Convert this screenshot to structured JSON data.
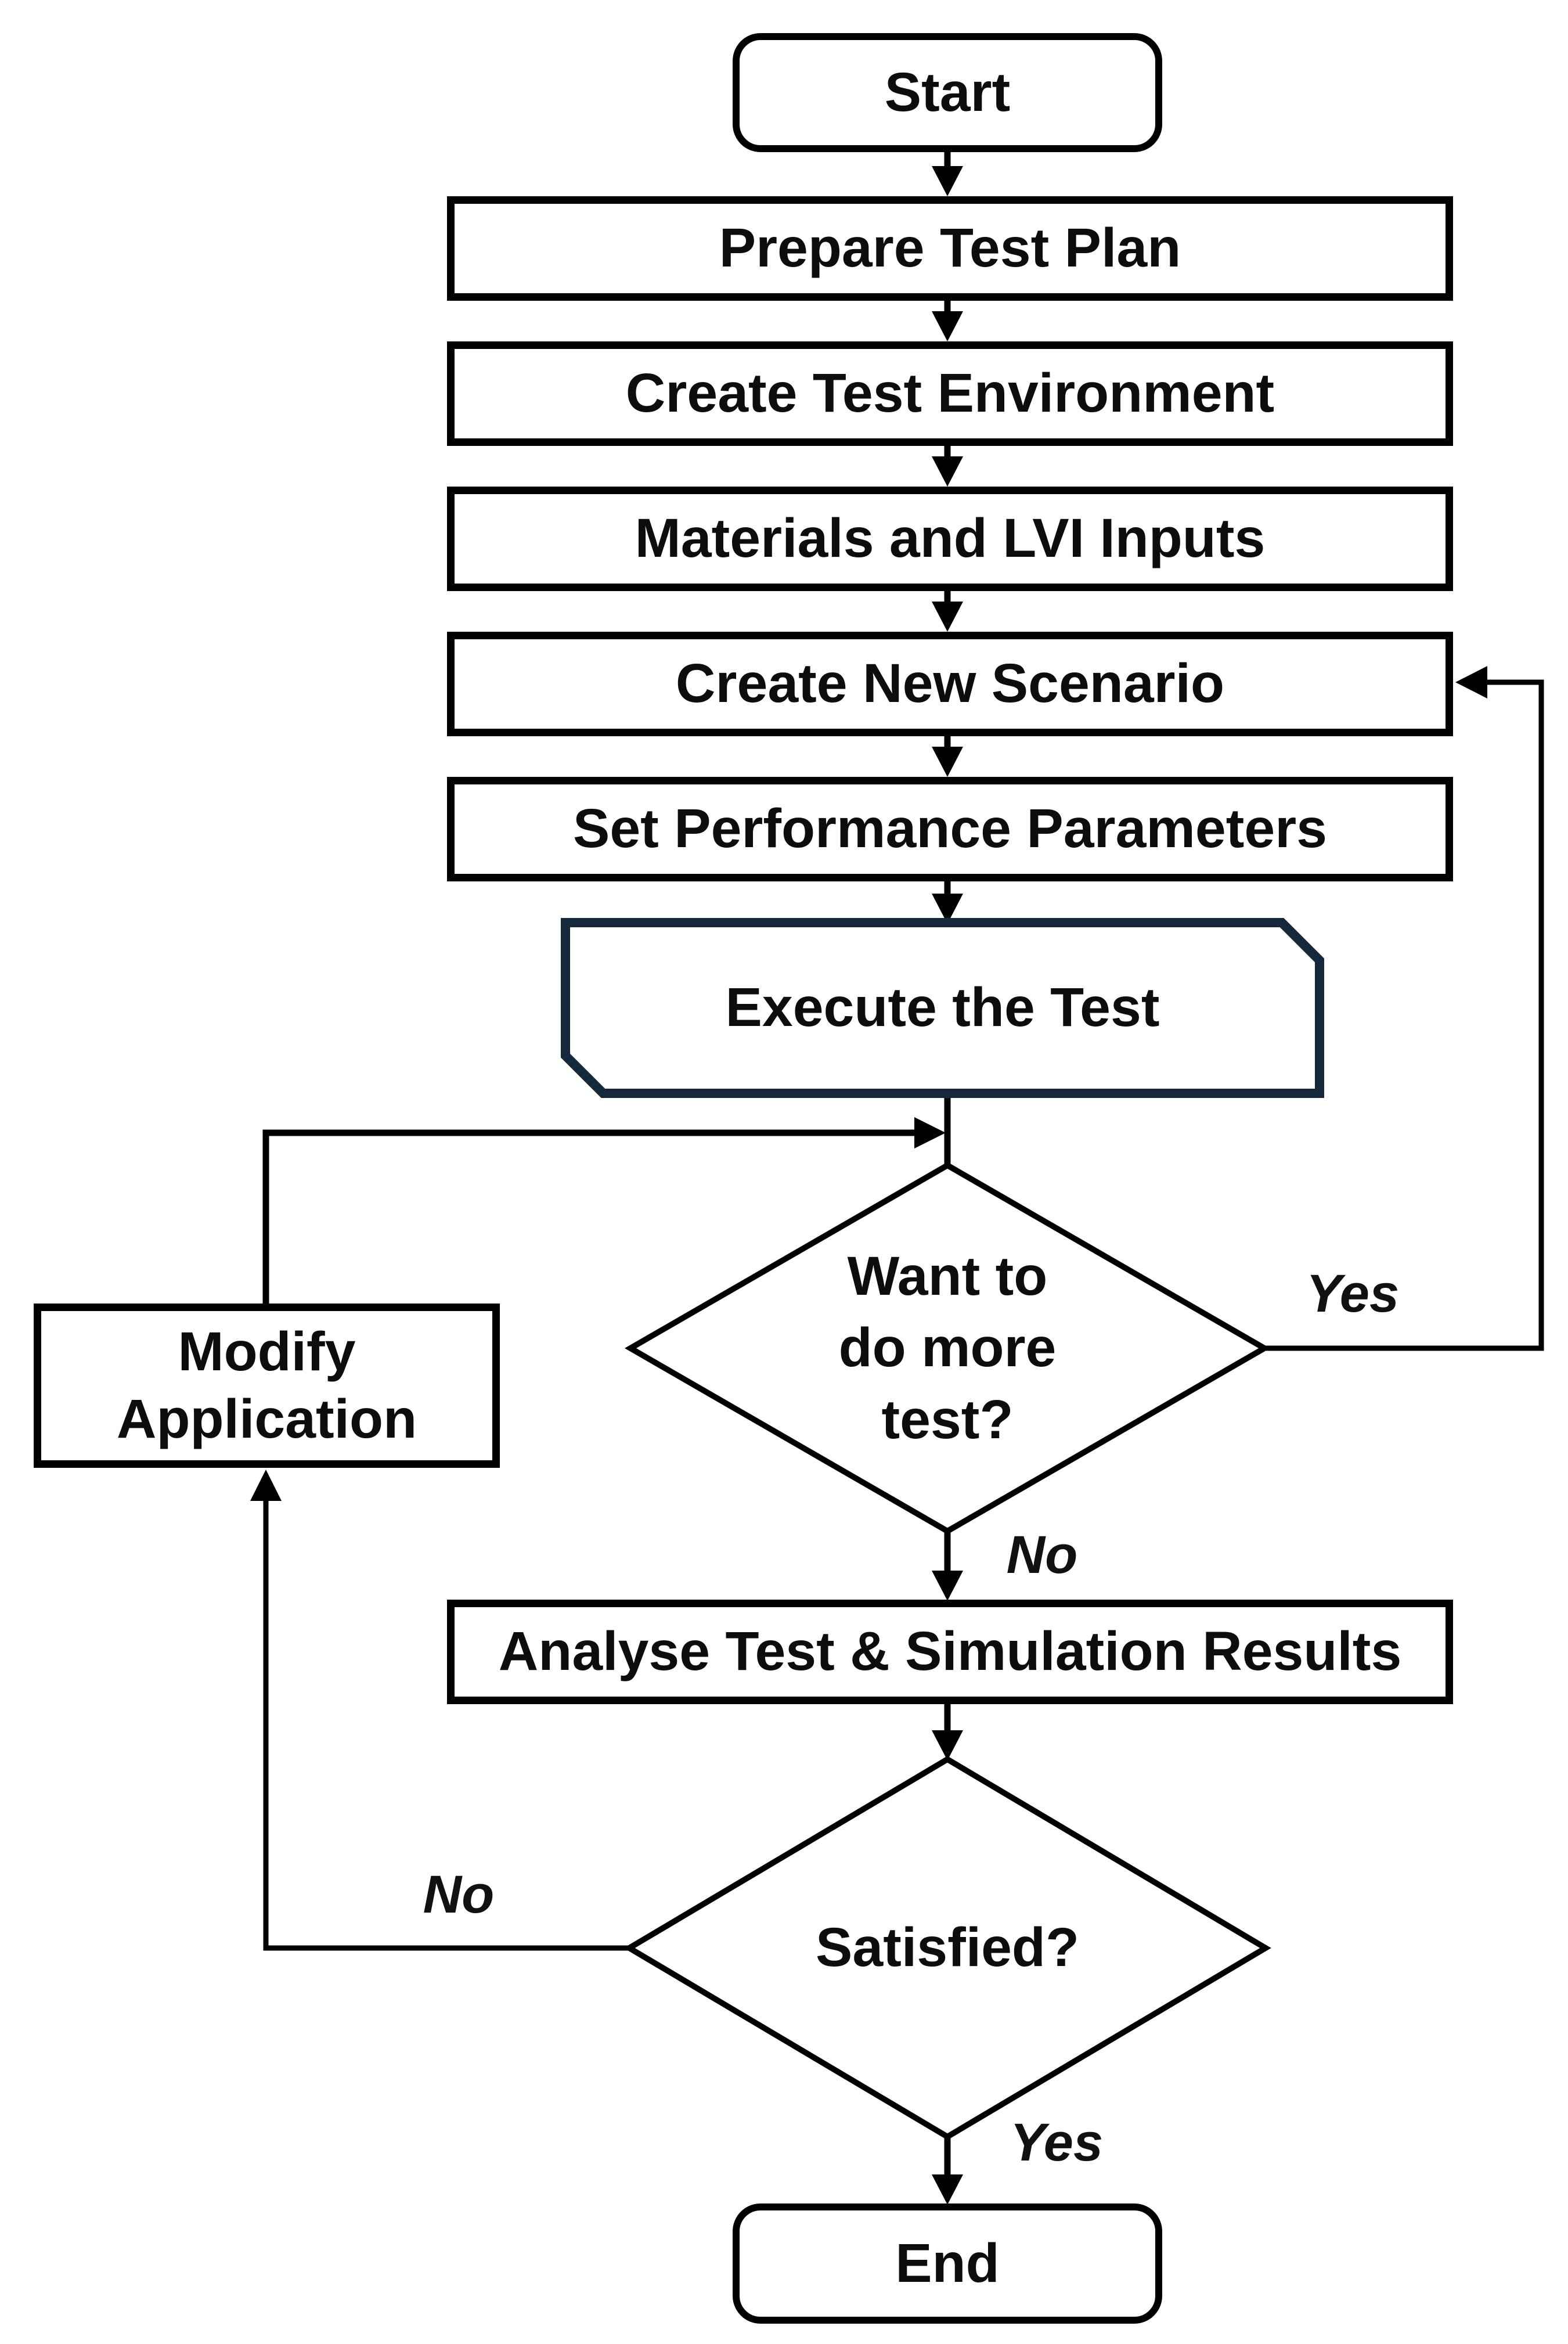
{
  "diagram": {
    "type": "flowchart",
    "nodes": {
      "start": "Start",
      "prepare": "Prepare Test Plan",
      "environment": "Create Test Environment",
      "materials": "Materials and LVI Inputs",
      "scenario": "Create New Scenario",
      "parameters": "Set Performance Parameters",
      "execute": "Execute the Test",
      "decision_more_tests": "Want to\ndo more\ntest?",
      "analyse": "Analyse Test & Simulation Results",
      "decision_satisfied": "Satisfied?",
      "modify": "Modify\nApplication",
      "end": "End"
    },
    "edge_labels": {
      "more_tests_yes": "Yes",
      "more_tests_no": "No",
      "satisfied_no": "No",
      "satisfied_yes": "Yes"
    },
    "edges": [
      {
        "from": "Start",
        "to": "Prepare Test Plan"
      },
      {
        "from": "Prepare Test Plan",
        "to": "Create Test Environment"
      },
      {
        "from": "Create Test Environment",
        "to": "Materials and LVI Inputs"
      },
      {
        "from": "Materials and LVI Inputs",
        "to": "Create New Scenario"
      },
      {
        "from": "Create New Scenario",
        "to": "Set Performance Parameters"
      },
      {
        "from": "Set Performance Parameters",
        "to": "Execute the Test"
      },
      {
        "from": "Execute the Test",
        "to": "Want to do more test?"
      },
      {
        "from": "Want to do more test?",
        "to": "Create New Scenario",
        "label": "Yes"
      },
      {
        "from": "Want to do more test?",
        "to": "Analyse Test & Simulation Results",
        "label": "No"
      },
      {
        "from": "Analyse Test & Simulation Results",
        "to": "Satisfied?"
      },
      {
        "from": "Satisfied?",
        "to": "Modify Application",
        "label": "No"
      },
      {
        "from": "Modify Application",
        "to": "Want to do more test?"
      },
      {
        "from": "Satisfied?",
        "to": "End",
        "label": "Yes"
      }
    ],
    "colors": {
      "line": "#000000",
      "node_fill": "#ffffff",
      "node_border": "#000000",
      "execute_border": "#15293b",
      "background": "#ffffff",
      "text": "#0d0d0d"
    }
  }
}
